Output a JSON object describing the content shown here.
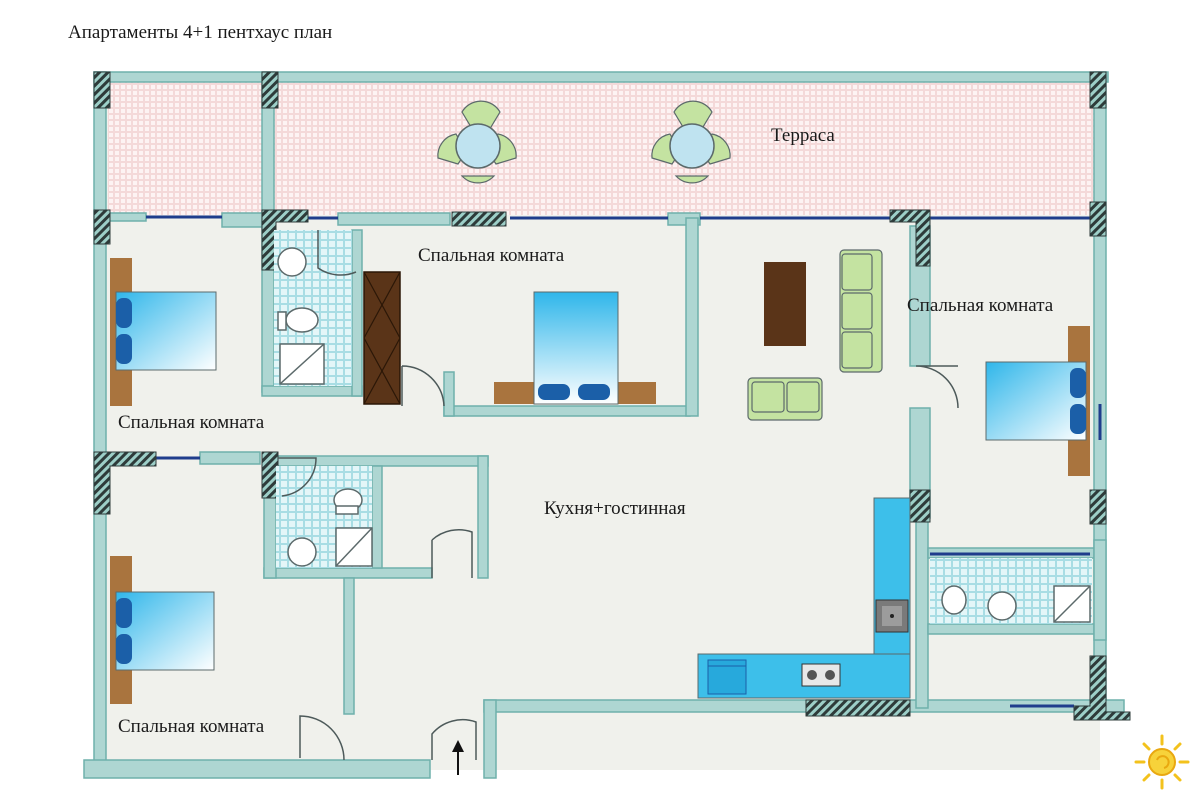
{
  "title": "Апартаменты 4+1 пентхаус план",
  "rooms": {
    "terrace": "Терраса",
    "bedroom_top_center": "Спальная комната",
    "bedroom_right": "Спальная комната",
    "bedroom_left_top": "Спальная комната",
    "bedroom_left_bottom": "Спальная комната",
    "kitchen_living": "Кухня+гостинная"
  },
  "colors": {
    "wall": "#a9d3cf",
    "wall_edge": "#6fb0ab",
    "floor": "#f1f2ee",
    "terrace_tile": "#fbeaea",
    "bed": "#3fc2ec",
    "pillow": "#1b5fa8",
    "wood": "#a9743e",
    "dark_wood": "#5a3418",
    "sofa": "#c4e3a1",
    "tile": "#cdebf0",
    "counter": "#3dbfea",
    "window": "#1f3d8c"
  },
  "icons": {
    "entrance": "up-arrow-icon",
    "logo": "sun-logo-icon",
    "hatch": "hatched-column"
  }
}
